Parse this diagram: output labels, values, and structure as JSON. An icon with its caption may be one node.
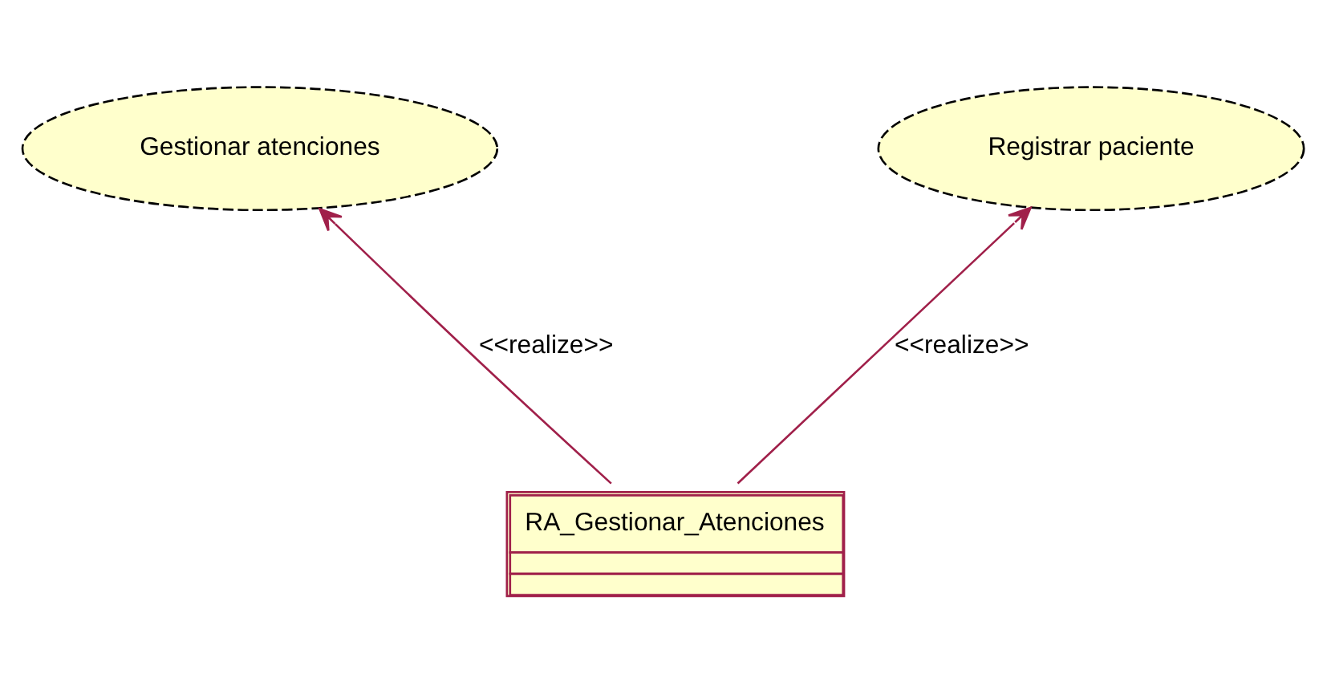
{
  "diagram": {
    "nodes": [
      {
        "text": [
          "Gestionar atenciones"
        ]
      },
      {
        "text": [
          "Registrar paciente"
        ]
      },
      {
        "text": [
          "RA_Gestionar_Atenciones"
        ]
      }
    ],
    "edges": [
      {
        "from": 2,
        "to": 0,
        "arrow": "to",
        "label": "<<realize>>"
      },
      {
        "from": 2,
        "to": 1,
        "arrow": "to",
        "label": "<<realize>>"
      }
    ]
  }
}
